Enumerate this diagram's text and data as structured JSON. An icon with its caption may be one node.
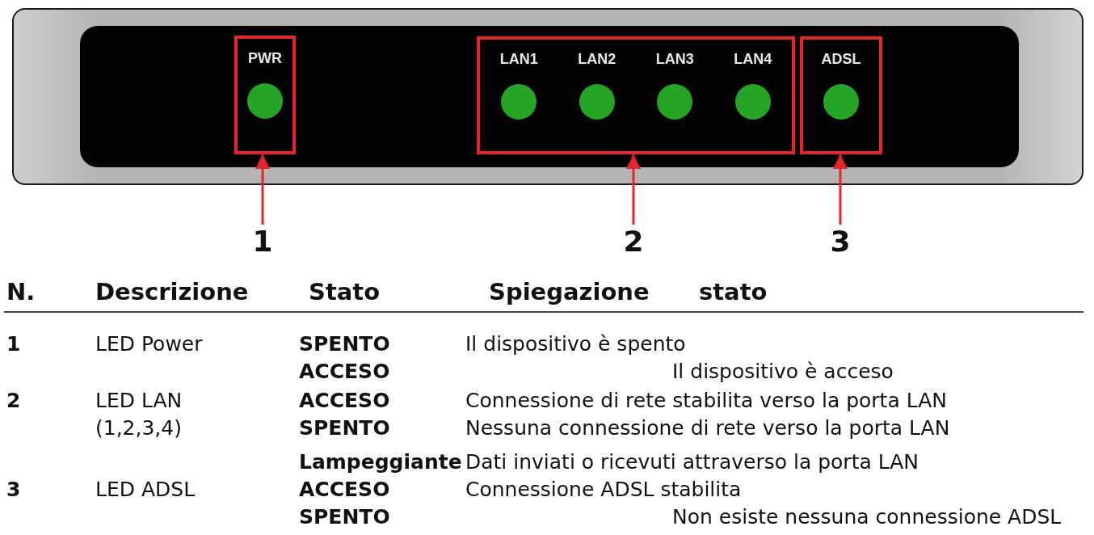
{
  "diagram": {
    "nodes": [
      {
        "text": [],
        "shape": "box"
      },
      {
        "text": [
          "PWR"
        ],
        "in": 0
      },
      {
        "text": [
          "LAN1",
          "LAN2",
          "LAN3",
          "LAN4"
        ],
        "in": 0
      },
      {
        "text": [
          "ADSL"
        ],
        "in": 0
      },
      {
        "text": [
          "1"
        ]
      },
      {
        "text": [
          "2"
        ]
      },
      {
        "text": [
          "3"
        ]
      }
    ],
    "edges": [
      {
        "from": 4,
        "to": 1,
        "arrow": "to"
      },
      {
        "from": 5,
        "to": 2,
        "arrow": "to"
      },
      {
        "from": 6,
        "to": 3,
        "arrow": "to"
      }
    ],
    "labels": [
      "N.",
      "Descrizione",
      "Stato",
      "Spiegazione",
      "stato",
      "1",
      "LED Power",
      "SPENTO",
      "Il dispositivo è spento",
      "ACCESO",
      "Il dispositivo è acceso",
      "2",
      "LED LAN",
      "ACCESO",
      "Connessione di rete stabilita verso la porta LAN",
      "(1,2,3,4)",
      "SPENTO",
      "Nessuna connessione di rete verso la porta LAN",
      "Lampeggiante",
      "Dati inviati o ricevuti attraverso la porta LAN",
      "3",
      "LED ADSL",
      "ACCESO",
      "Connessione ADSL stabilita",
      "SPENTO",
      "Non esiste nessuna connessione ADSL"
    ]
  }
}
